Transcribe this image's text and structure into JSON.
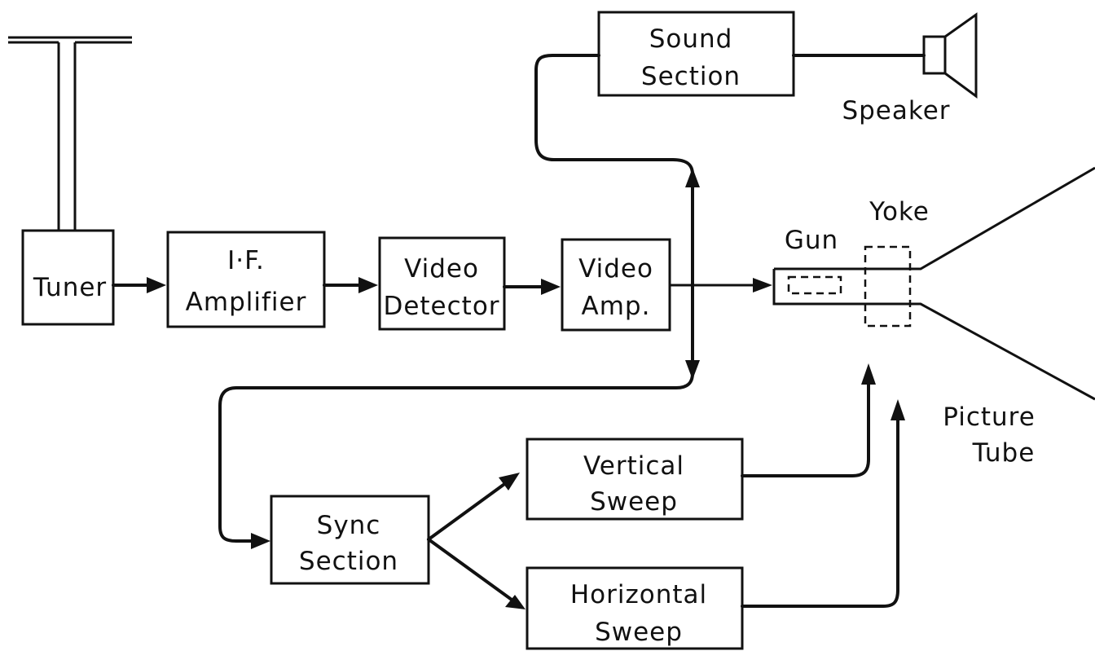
{
  "blocks": {
    "tuner": "Tuner",
    "if_amp": [
      "I·F.",
      "Amplifier"
    ],
    "video_det": [
      "Video",
      "Detector"
    ],
    "video_amp": [
      "Video",
      "Amp."
    ],
    "sound": [
      "Sound",
      "Section"
    ],
    "sync": [
      "Sync",
      "Section"
    ],
    "vertical": [
      "Vertical",
      "Sweep"
    ],
    "horizontal": [
      "Horizontal",
      "Sweep"
    ]
  },
  "labels": {
    "speaker": "Speaker",
    "gun": "Gun",
    "yoke": "Yoke",
    "picture_tube": [
      "Picture",
      "Tube"
    ]
  }
}
